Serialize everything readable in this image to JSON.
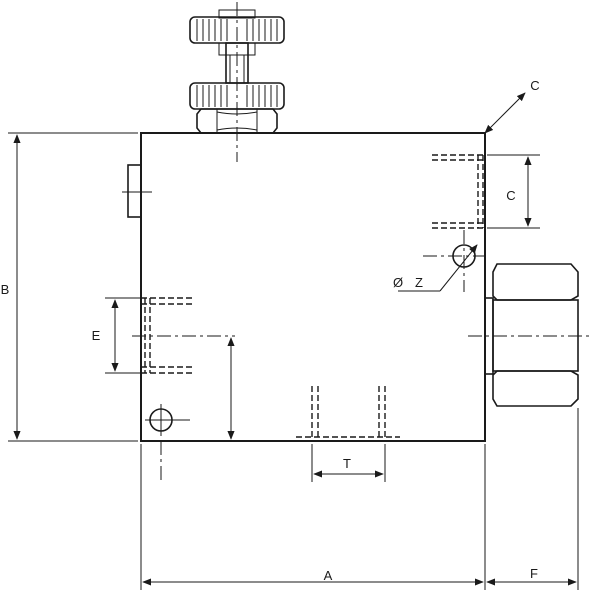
{
  "labels": {
    "A": "A",
    "B": "B",
    "C_top": "C",
    "C_side": "C",
    "E": "E",
    "F": "F",
    "T": "T",
    "dia": "Ø",
    "Z": "Z"
  }
}
